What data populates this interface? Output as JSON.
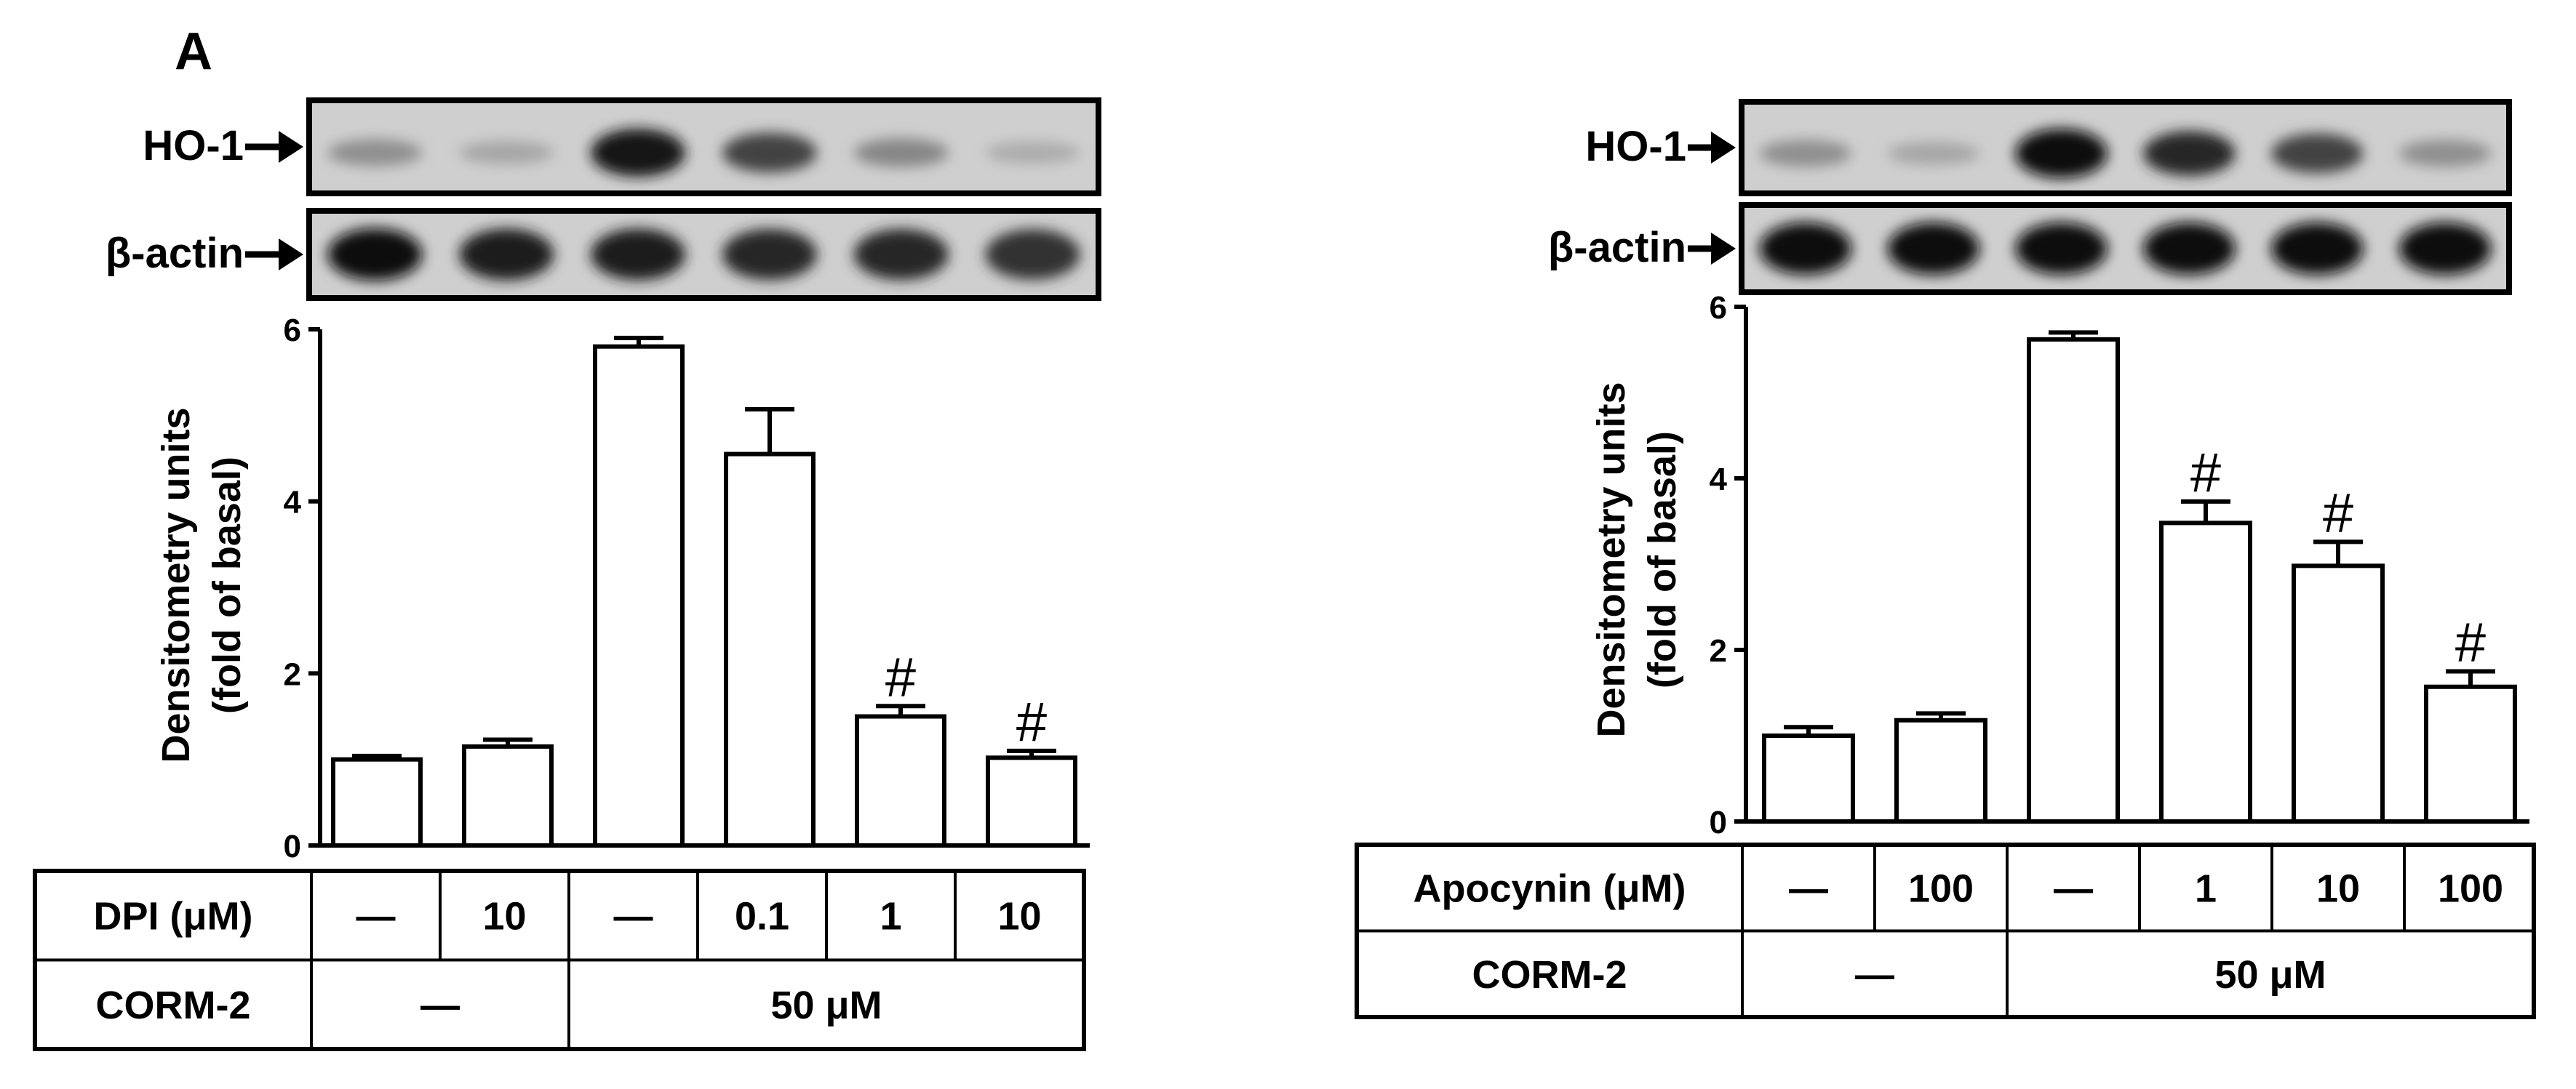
{
  "panel_label": "A",
  "blot_labels": {
    "ho1": "HO-1",
    "actin": "β-actin"
  },
  "colors": {
    "bar_fill": "#ffffff",
    "stroke": "#000000",
    "blot_bg": "#cfcfcf"
  },
  "chart_data": [
    {
      "type": "bar",
      "title": "",
      "xlabel": "",
      "ylabel": [
        "Densitometry units",
        "(fold of basal)"
      ],
      "ylim": [
        0,
        6
      ],
      "yticks": [
        0,
        2,
        4,
        6
      ],
      "values": [
        1.0,
        1.15,
        5.8,
        4.55,
        1.5,
        1.02
      ],
      "errors": [
        0.04,
        0.08,
        0.1,
        0.52,
        0.12,
        0.08
      ],
      "annotations": [
        "",
        "",
        "",
        "",
        "#",
        "#"
      ],
      "grid": false,
      "treatment_table": {
        "row1_label": "DPI (μM)",
        "row1_values": [
          "—",
          "10",
          "—",
          "0.1",
          "1",
          "10"
        ],
        "row2_label": "CORM-2",
        "row2_values": [
          "—",
          "50 μM"
        ]
      },
      "blot_intensity": {
        "ho1": [
          0.3,
          0.18,
          0.95,
          0.7,
          0.35,
          0.15
        ],
        "actin": [
          1.0,
          0.9,
          0.9,
          0.85,
          0.85,
          0.8
        ]
      }
    },
    {
      "type": "bar",
      "title": "",
      "xlabel": "",
      "ylabel": [
        "Densitometry units",
        "(fold of basal)"
      ],
      "ylim": [
        0,
        6
      ],
      "yticks": [
        0,
        2,
        4,
        6
      ],
      "values": [
        1.0,
        1.18,
        5.62,
        3.48,
        2.98,
        1.57
      ],
      "errors": [
        0.1,
        0.08,
        0.08,
        0.25,
        0.28,
        0.18
      ],
      "annotations": [
        "",
        "",
        "",
        "#",
        "#",
        "#"
      ],
      "grid": false,
      "treatment_table": {
        "row1_label": "Apocynin (μM)",
        "row1_values": [
          "—",
          "100",
          "—",
          "1",
          "10",
          "100"
        ],
        "row2_label": "CORM-2",
        "row2_values": [
          "—",
          "50 μM"
        ]
      },
      "blot_intensity": {
        "ho1": [
          0.3,
          0.18,
          1.0,
          0.85,
          0.7,
          0.3
        ],
        "actin": [
          1.0,
          1.0,
          1.0,
          1.0,
          1.0,
          1.0
        ]
      }
    }
  ]
}
